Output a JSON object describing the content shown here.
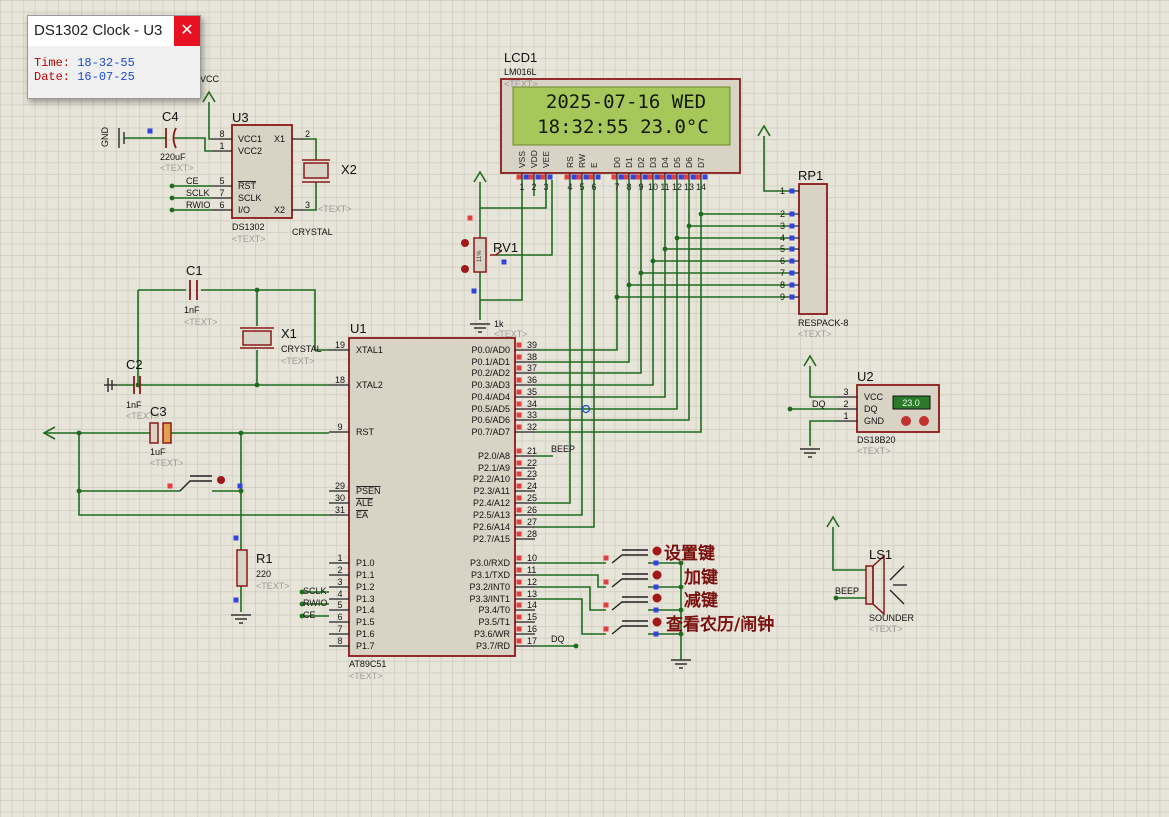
{
  "popup": {
    "title": "DS1302 Clock - U3",
    "close_glyph": "✕",
    "time_label": "Time:",
    "time_value": "18-32-55",
    "date_label": "Date:",
    "date_value": "16-07-25"
  },
  "lcd": {
    "ref": "LCD1",
    "part": "LM016L",
    "line1": "2025-07-16 WED",
    "line2": "18:32:55  23.0°C",
    "pin_names": [
      "VSS",
      "VDD",
      "VEE",
      "RS",
      "RW",
      "E",
      "D0",
      "D1",
      "D2",
      "D3",
      "D4",
      "D5",
      "D6",
      "D7"
    ],
    "pin_nums": [
      "1",
      "2",
      "3",
      "4",
      "5",
      "6",
      "7",
      "8",
      "9",
      "10",
      "11",
      "12",
      "13",
      "14"
    ]
  },
  "u1": {
    "ref": "U1",
    "part": "AT89C51",
    "left_pins": [
      {
        "num": "19",
        "name": "XTAL1"
      },
      {
        "num": "18",
        "name": "XTAL2"
      },
      {
        "num": "9",
        "name": "RST"
      },
      {
        "num": "29",
        "name": "PSEN"
      },
      {
        "num": "30",
        "name": "ALE"
      },
      {
        "num": "31",
        "name": "EA"
      },
      {
        "num": "1",
        "name": "P1.0"
      },
      {
        "num": "2",
        "name": "P1.1"
      },
      {
        "num": "3",
        "name": "P1.2"
      },
      {
        "num": "4",
        "name": "P1.3"
      },
      {
        "num": "5",
        "name": "P1.4"
      },
      {
        "num": "6",
        "name": "P1.5"
      },
      {
        "num": "7",
        "name": "P1.6"
      },
      {
        "num": "8",
        "name": "P1.7"
      }
    ],
    "right_pins": [
      {
        "num": "39",
        "name": "P0.0/AD0"
      },
      {
        "num": "38",
        "name": "P0.1/AD1"
      },
      {
        "num": "37",
        "name": "P0.2/AD2"
      },
      {
        "num": "36",
        "name": "P0.3/AD3"
      },
      {
        "num": "35",
        "name": "P0.4/AD4"
      },
      {
        "num": "34",
        "name": "P0.5/AD5"
      },
      {
        "num": "33",
        "name": "P0.6/AD6"
      },
      {
        "num": "32",
        "name": "P0.7/AD7"
      },
      {
        "num": "21",
        "name": "P2.0/A8"
      },
      {
        "num": "22",
        "name": "P2.1/A9"
      },
      {
        "num": "23",
        "name": "P2.2/A10"
      },
      {
        "num": "24",
        "name": "P2.3/A11"
      },
      {
        "num": "25",
        "name": "P2.4/A12"
      },
      {
        "num": "26",
        "name": "P2.5/A13"
      },
      {
        "num": "27",
        "name": "P2.6/A14"
      },
      {
        "num": "28",
        "name": "P2.7/A15"
      },
      {
        "num": "10",
        "name": "P3.0/RXD"
      },
      {
        "num": "11",
        "name": "P3.1/TXD"
      },
      {
        "num": "12",
        "name": "P3.2/INT0"
      },
      {
        "num": "13",
        "name": "P3.3/INT1"
      },
      {
        "num": "14",
        "name": "P3.4/T0"
      },
      {
        "num": "15",
        "name": "P3.5/T1"
      },
      {
        "num": "16",
        "name": "P3.6/WR"
      },
      {
        "num": "17",
        "name": "P3.7/RD"
      }
    ],
    "net_labels": {
      "sclk": "SCLK",
      "rwio": "RWIO",
      "ce": "CE",
      "beep": "BEEP",
      "dq": "DQ"
    }
  },
  "u3": {
    "ref": "U3",
    "part": "DS1302",
    "vcc": "VCC",
    "gnd": "GND",
    "left_pins": [
      {
        "num": "8",
        "name": "VCC1"
      },
      {
        "num": "1",
        "name": "VCC2"
      },
      {
        "num": "5",
        "name": "RST"
      },
      {
        "num": "7",
        "name": "SCLK"
      },
      {
        "num": "6",
        "name": "I/O"
      }
    ],
    "right_pins": [
      {
        "num": "2",
        "name": "X1"
      },
      {
        "num": "3",
        "name": "X2"
      }
    ],
    "nets": [
      "CE",
      "SCLK",
      "RWIO"
    ]
  },
  "x2": {
    "ref": "X2",
    "value": "CRYSTAL"
  },
  "x1": {
    "ref": "X1",
    "value": "CRYSTAL"
  },
  "c4": {
    "ref": "C4",
    "value": "220uF"
  },
  "c1": {
    "ref": "C1",
    "value": "1nF"
  },
  "c2": {
    "ref": "C2",
    "value": "1nF"
  },
  "c3": {
    "ref": "C3",
    "value": "1uF"
  },
  "r1": {
    "ref": "R1",
    "value": "220"
  },
  "rv1": {
    "ref": "RV1",
    "value": "1k",
    "percent": "11%"
  },
  "rp1": {
    "ref": "RP1",
    "part": "RESPACK-8",
    "pins": [
      "1",
      "2",
      "3",
      "4",
      "5",
      "6",
      "7",
      "8",
      "9"
    ]
  },
  "u2": {
    "ref": "U2",
    "part": "DS18B20",
    "reading": "23.0",
    "pins": [
      {
        "num": "3",
        "name": "VCC"
      },
      {
        "num": "2",
        "name": "DQ"
      },
      {
        "num": "1",
        "name": "GND"
      }
    ],
    "net": "DQ"
  },
  "ls1": {
    "ref": "LS1",
    "part": "SOUNDER",
    "net": "BEEP"
  },
  "buttons": [
    "设置键",
    "加键",
    "减键",
    "查看农历/闹钟"
  ],
  "text_placeholder": "<TEXT>",
  "colors": {
    "background": "#e7e5d9",
    "wire": "#1f6b1f",
    "component": "#8b1a1a",
    "chip_fill": "#d8d3c4",
    "lcd_screen": "#a6c75a",
    "label_blue": "#1c4bd8",
    "label_red": "#c00000"
  }
}
